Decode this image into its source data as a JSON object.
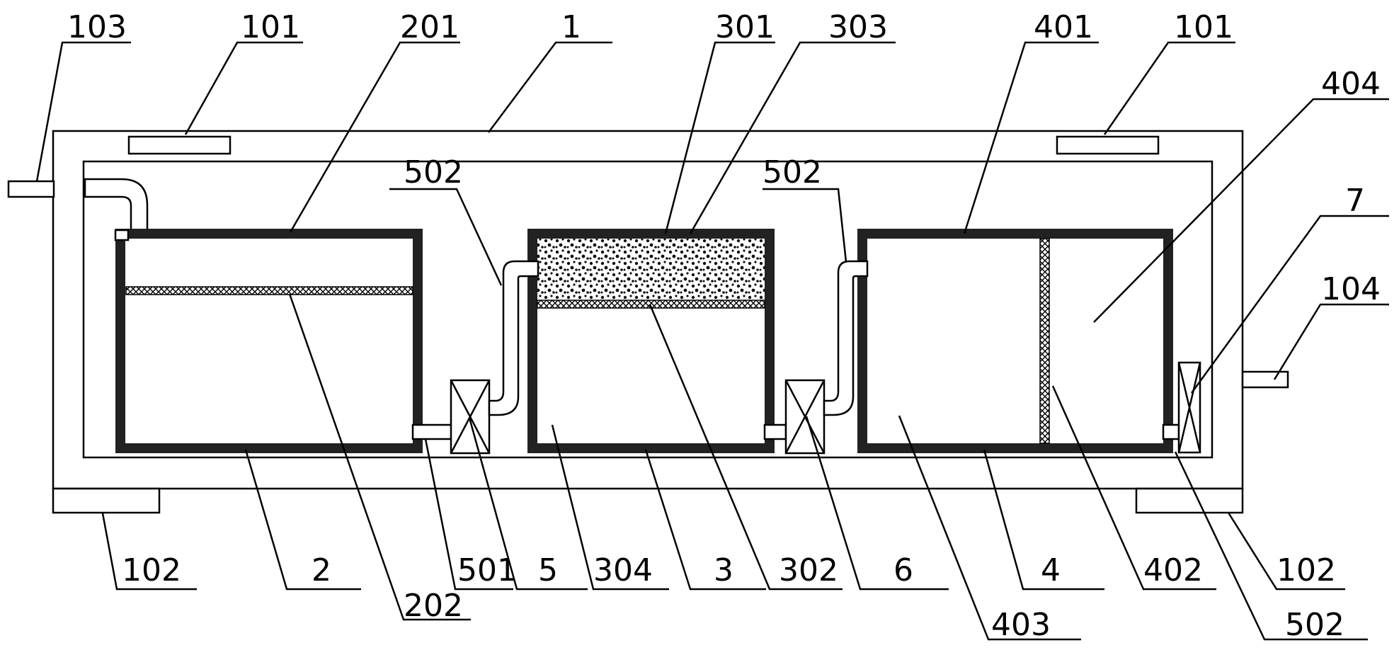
{
  "labels": {
    "l103": "103",
    "l101_left": "101",
    "l201": "201",
    "l1": "1",
    "l301": "301",
    "l303": "303",
    "l401": "401",
    "l101_right": "101",
    "l404": "404",
    "l502_left": "502",
    "l502_mid": "502",
    "l7": "7",
    "l104": "104",
    "l102_left": "102",
    "l2": "2",
    "l202": "202",
    "l501": "501",
    "l5": "5",
    "l304": "304",
    "l3": "3",
    "l302": "302",
    "l6": "6",
    "l403": "403",
    "l4": "4",
    "l402": "402",
    "l102_right": "102",
    "l502_bottom": "502"
  },
  "colors": {
    "line": "#000000",
    "tank_wall": "#222222",
    "background": "#ffffff"
  }
}
